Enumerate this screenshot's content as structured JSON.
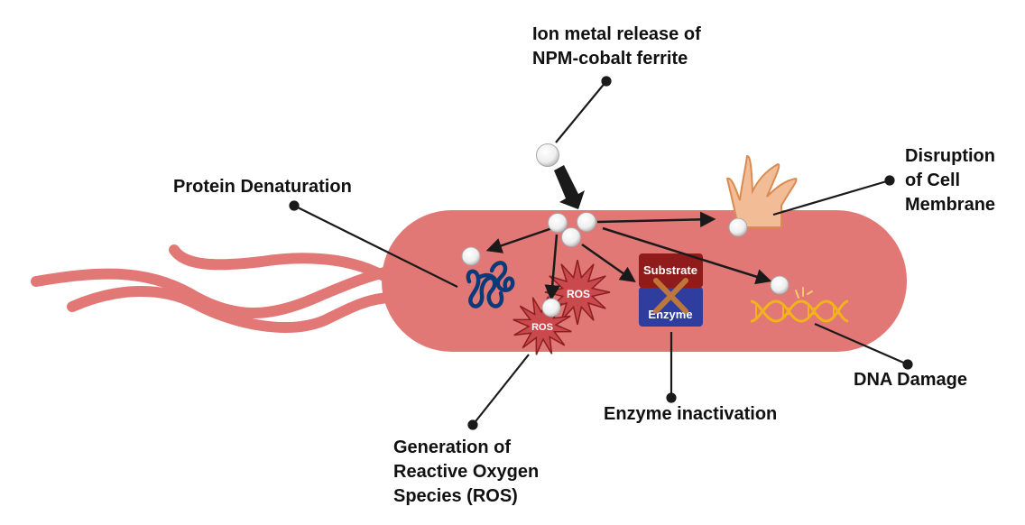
{
  "title": "Antibacterial mechanisms of NPM-cobalt ferrite",
  "colors": {
    "cell_body": "#e27876",
    "flagella": "#e27876",
    "membrane_fill": "#f2bc97",
    "membrane_stroke": "#d98b52",
    "protein": "#0b3a7a",
    "ros_fill": "#c9494d",
    "ros_stroke": "#8a1f22",
    "substrate": "#8f1b1b",
    "enzyme": "#2f3e9e",
    "cross": "#c47b3a",
    "dna": "#f2b21c",
    "arrow": "#1a1a1a",
    "ion": "#f4f4f4"
  },
  "labels": {
    "ion_release": [
      "Ion metal release of",
      "NPM-cobalt ferrite"
    ],
    "protein_denaturation": [
      "Protein Denaturation"
    ],
    "membrane_disruption": [
      "Disruption",
      "of Cell",
      "Membrane"
    ],
    "ros_generation": [
      "Generation of",
      "Reactive Oxygen",
      "Species (ROS)"
    ],
    "enzyme_inactivation": [
      "Enzyme inactivation"
    ],
    "dna_damage": [
      "DNA Damage"
    ]
  },
  "icons": {
    "ros_large": "ROS",
    "ros_small": "ROS",
    "substrate": "Substrate",
    "enzyme": "Enzyme"
  }
}
